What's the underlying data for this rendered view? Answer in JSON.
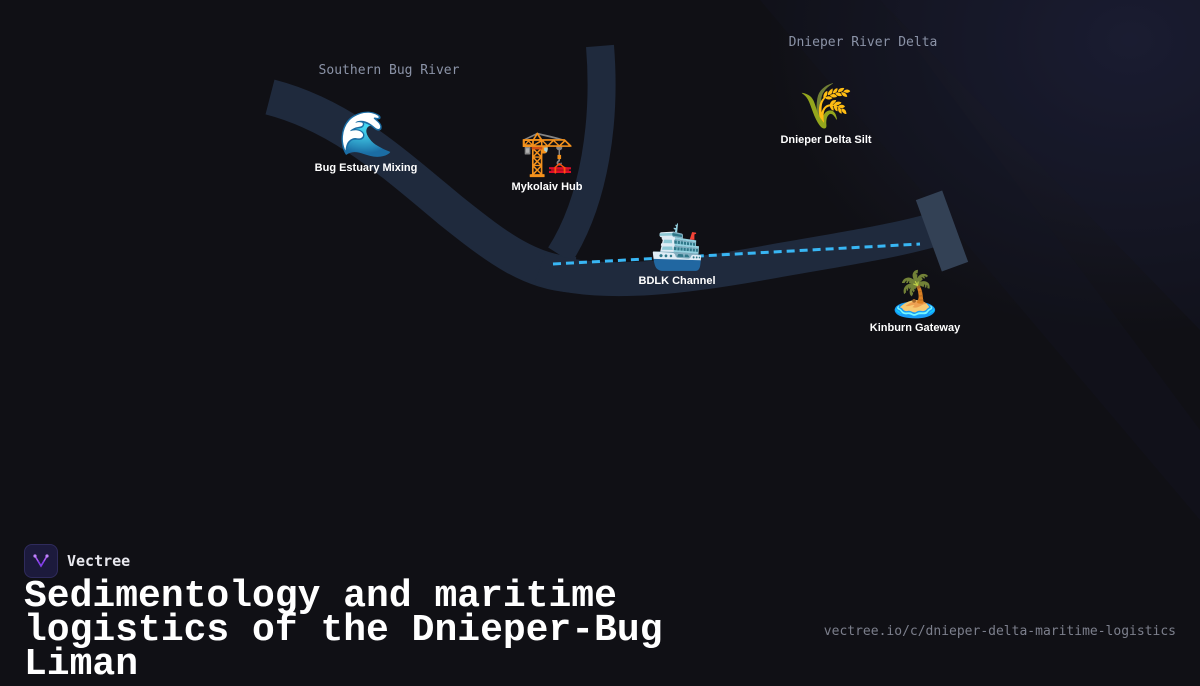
{
  "regions": {
    "southern_bug": "Southern Bug River",
    "dnieper_delta": "Dnieper River Delta"
  },
  "nodes": [
    {
      "id": "bug-estuary",
      "icon": "wave-icon",
      "glyph": "🌊",
      "label": "Bug Estuary Mixing"
    },
    {
      "id": "mykolaiv-hub",
      "icon": "crane-icon",
      "glyph": "🏗️",
      "label": "Mykolaiv Hub"
    },
    {
      "id": "dnieper-silt",
      "icon": "wheat-icon",
      "glyph": "🌾",
      "label": "Dnieper Delta Silt"
    },
    {
      "id": "bdlk-channel",
      "icon": "ship-icon",
      "glyph": "🛳️",
      "label": "BDLK Channel"
    },
    {
      "id": "kinburn-gateway",
      "icon": "island-icon",
      "glyph": "🏝️",
      "label": "Kinburn Gateway"
    }
  ],
  "brand": {
    "name": "Vectree",
    "logo_icon": "vectree-logo-icon"
  },
  "title": "Sedimentology and maritime logistics of the Dnieper-Bug Liman",
  "url": "vectree.io/c/dnieper-delta-maritime-logistics",
  "colors": {
    "background": "#101015",
    "river": "#1f2a3d",
    "channel_line": "#38b6f4",
    "gateway_bar": "#334155",
    "label_muted": "#8b93a7"
  }
}
